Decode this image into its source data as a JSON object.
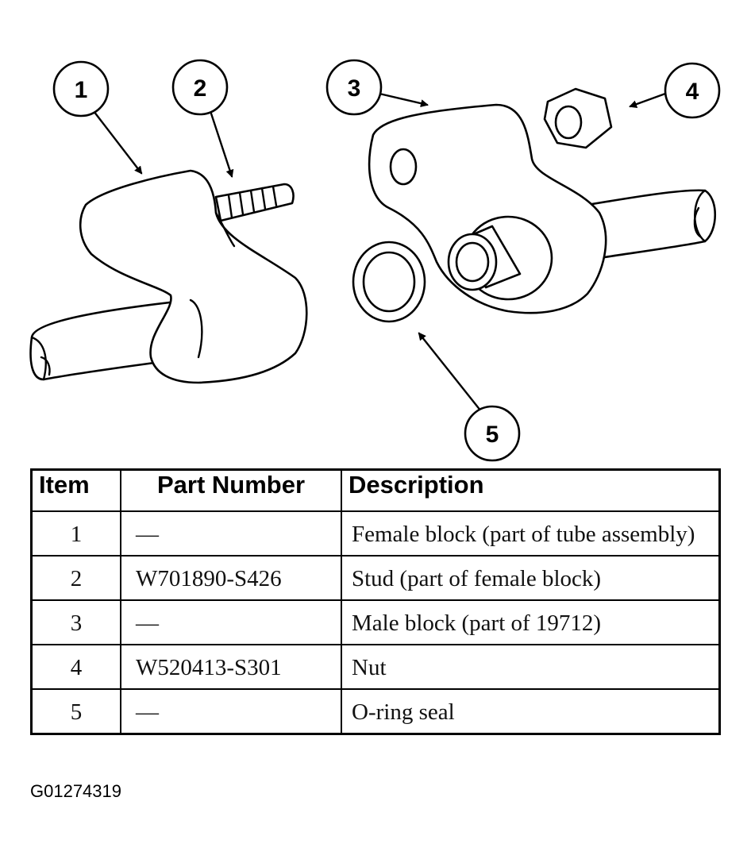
{
  "callouts": [
    "1",
    "2",
    "3",
    "4",
    "5"
  ],
  "table": {
    "headers": [
      "Item",
      "Part Number",
      "Description"
    ],
    "rows": [
      {
        "item": "1",
        "part_number": "—",
        "description": "Female block (part of tube assembly)"
      },
      {
        "item": "2",
        "part_number": "W701890-S426",
        "description": "Stud (part of female block)"
      },
      {
        "item": "3",
        "part_number": "—",
        "description": "Male block (part of 19712)"
      },
      {
        "item": "4",
        "part_number": "W520413-S301",
        "description": "Nut"
      },
      {
        "item": "5",
        "part_number": "—",
        "description": "O-ring seal"
      }
    ]
  },
  "figure_id": "G01274319"
}
